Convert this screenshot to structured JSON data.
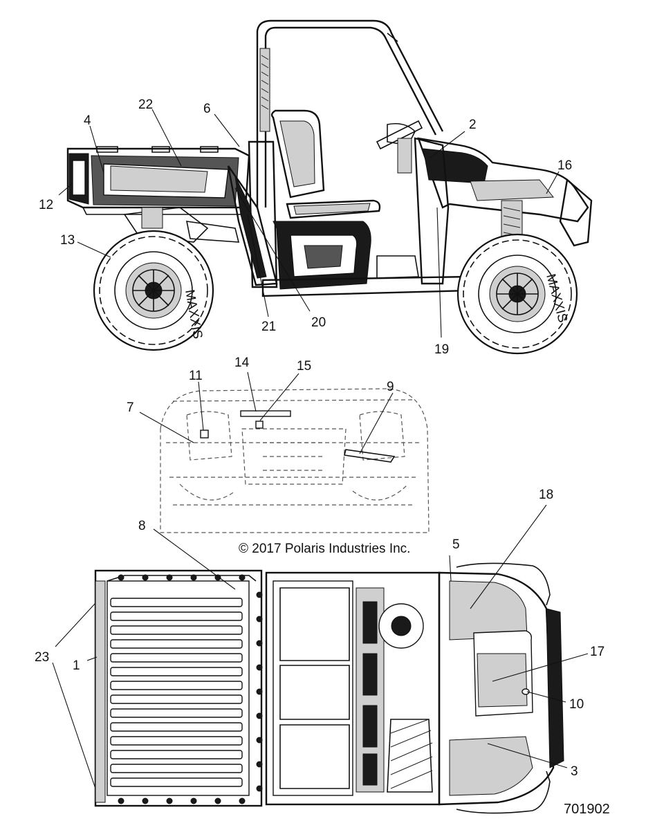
{
  "callouts": [
    {
      "id": "c2",
      "label": "2"
    },
    {
      "id": "c4",
      "label": "4"
    },
    {
      "id": "c6",
      "label": "6"
    },
    {
      "id": "c12",
      "label": "12"
    },
    {
      "id": "c13",
      "label": "13"
    },
    {
      "id": "c16",
      "label": "16"
    },
    {
      "id": "c19",
      "label": "19"
    },
    {
      "id": "c20",
      "label": "20"
    },
    {
      "id": "c21",
      "label": "21"
    },
    {
      "id": "c22",
      "label": "22"
    },
    {
      "id": "c7",
      "label": "7"
    },
    {
      "id": "c9",
      "label": "9"
    },
    {
      "id": "c11",
      "label": "11"
    },
    {
      "id": "c14",
      "label": "14"
    },
    {
      "id": "c15",
      "label": "15"
    },
    {
      "id": "c1",
      "label": "1"
    },
    {
      "id": "c3",
      "label": "3"
    },
    {
      "id": "c5",
      "label": "5"
    },
    {
      "id": "c8",
      "label": "8"
    },
    {
      "id": "c10",
      "label": "10"
    },
    {
      "id": "c17",
      "label": "17"
    },
    {
      "id": "c18",
      "label": "18"
    },
    {
      "id": "c23",
      "label": "23"
    }
  ],
  "copyright": "© 2017 Polaris Industries Inc.",
  "part_number": "701902",
  "tire_brand": "MAXXIS"
}
